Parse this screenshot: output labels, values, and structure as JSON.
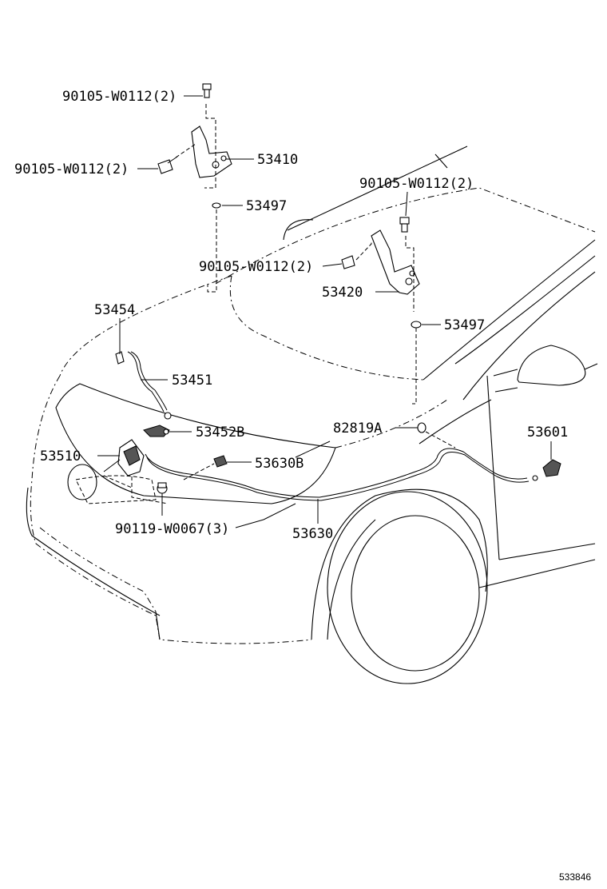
{
  "labels": {
    "bolt_top": "90105-W0112(2)",
    "bolt_left": "90105-W0112(2)",
    "hinge_lh": "53410",
    "washer_lh": "53497",
    "bolt_right_top": "90105-W0112(2)",
    "bolt_right_mid": "90105-W0112(2)",
    "hinge_rh": "53420",
    "washer_rh": "53497",
    "clip_support": "53454",
    "support_rod": "53451",
    "rod_holder": "53452B",
    "hood_lock": "53510",
    "cable_clamp": "53630B",
    "bolt_lock": "90119-W0067(3)",
    "release_cable": "53630",
    "grommet": "82819A",
    "release_lever": "53601"
  },
  "footer": {
    "ref_number": "533846"
  }
}
